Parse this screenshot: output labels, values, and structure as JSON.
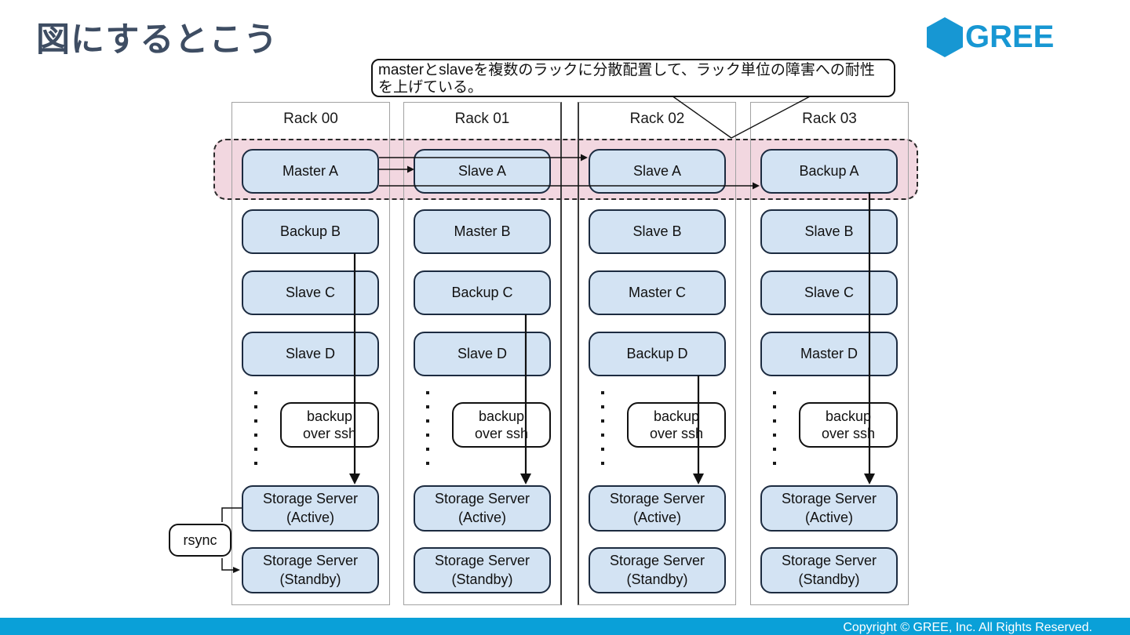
{
  "slide": {
    "title": "図にするとこう",
    "footer": "Copyright © GREE, Inc. All Rights Reserved.",
    "logo": {
      "text": "GREE"
    }
  },
  "callout": {
    "text": "masterとslaveを複数のラックに分散配置して、ラック単位の障害への耐性を上げている。"
  },
  "diagram": {
    "racks": [
      {
        "name": "Rack 00",
        "rows": [
          "Master A",
          "Backup B",
          "Slave C",
          "Slave D"
        ],
        "ssh": "backup\nover ssh",
        "active": "Storage Server\n(Active)",
        "standby": "Storage Server\n(Standby)"
      },
      {
        "name": "Rack 01",
        "rows": [
          "Slave A",
          "Master B",
          "Backup C",
          "Slave D"
        ],
        "ssh": "backup\nover ssh",
        "active": "Storage Server\n(Active)",
        "standby": "Storage Server\n(Standby)"
      },
      {
        "name": "Rack 02",
        "rows": [
          "Slave A",
          "Slave B",
          "Master C",
          "Backup D"
        ],
        "ssh": "backup\nover ssh",
        "active": "Storage Server\n(Active)",
        "standby": "Storage Server\n(Standby)"
      },
      {
        "name": "Rack 03",
        "rows": [
          "Backup A",
          "Slave B",
          "Slave C",
          "Master D"
        ],
        "ssh": "backup\nover ssh",
        "active": "Storage Server\n(Active)",
        "standby": "Storage Server\n(Standby)"
      }
    ],
    "rsync_label": "rsync"
  },
  "colors": {
    "server_box_fill": "#d3e3f3",
    "server_box_border": "#1c2b40",
    "highlight_band_fill": "#f2d7e0",
    "footer_bar": "#0aa0d8",
    "logo_blue": "#1797d3",
    "title_text": "#3e4d63"
  }
}
